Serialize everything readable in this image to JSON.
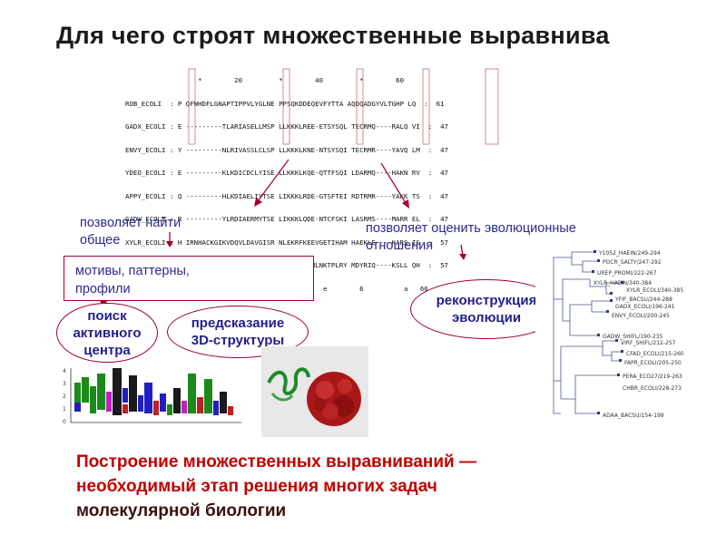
{
  "title": "Для чего строят множественные выравнива",
  "alignment": {
    "ruler": "                  *        20         *        40         *        60",
    "rows": [
      "ROB_ECOLI  : P QFWHDFLGNAPTIPPVLYGLNE PPSQKDDEQEVFYTTA AQDQADGYVLTGHP LQ  :  61",
      "GADX_ECOLI : E ---------TLARIASELLMSP LLKKKLREE-ETSYSQL TECRMQ----RALQ VI  :  47",
      "ENVY_ECOLI : Y ---------NLRIVASSLCLSP LLKKKLKNE-NTSYSQI TECRMR----YAVQ LM  :  47",
      "YDEO_ECOLI : E ---------KLKDICDCLYISE LLKKKLKQE-QTTFSQI LDARMQ----HAKN RV  :  47",
      "APPY_ECOLI : Q ---------HLKDIAELIYTSE LIKKKLRDE-GTSFTEI RDTRMR----YAKK TS  :  47",
      "GADW_ECOLI : R ---------YLRDIAERMYTSE LIKKKLQDE-NTCFSKI LASRMS----MARR EL  :  47",
      "XYLR_ECOLI : H IRNHACKGIKVDQVLDAVGISR NLEKRFKEEVGETIHAM HAEKLE----KARS IS  :  57",
      "YDEC_BACSU : H IHLHYVEKITLEDIAKAGQLSP ECCRYFKRMLNKTPLRY MDYRIQ----KSLL QH  :  57"
    ],
    "consensus": "                5                    s  3        e        6          a   66"
  },
  "left_label": "позволяет найти\nобщее",
  "right_label": "позволяет оценить эволюционные\nотношения",
  "box_text": "мотивы, паттерны,\nпрофили",
  "oval_active_site": "поиск\nактивного\nцентра",
  "oval_structure": "предсказание\n3D-структуры",
  "oval_evolution": "реконструкция\nэволюции",
  "tree_leaves": [
    "Y1052_HAEIN/249-294",
    "POCR_SALTY/247-292",
    "UREP_PROMI/222-267",
    "XYLR_HAEIN/340-384",
    "XYLR_ECOLI/340-385",
    "YFIF_BACSU/244-288",
    "GADX_ECOLI/196-241",
    "ENVY_ECOLI/200-245",
    "GADW_SHIFL/190-235",
    "VIRF_SHIFL/212-257",
    "CFAD_ECOLI/215-260",
    "FAPR_ECOLI/205-250",
    "PERA_ECO27/219-263",
    "CHBR_ECOLI/228-273",
    "ADAA_BACSU/154-199"
  ],
  "logo_axis": [
    "4",
    "3",
    "2",
    "1",
    "0"
  ],
  "bottom_text": [
    "Построение множественных выравниваний —",
    "необходимый этап решения многих задач",
    "молекулярной биологии"
  ],
  "colors": {
    "accent": "#a0002a",
    "label_blue": "#2b2b8a",
    "bottom_red": "#c00000"
  }
}
